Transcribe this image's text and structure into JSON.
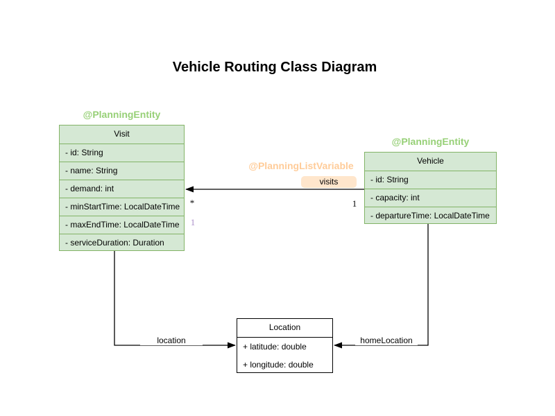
{
  "title": "Vehicle Routing Class Diagram",
  "colors": {
    "entity-fill": "#d5e8d4",
    "entity-stroke": "#82b366",
    "annotation-green": "#97d077",
    "annotation-orange": "#ffcc99",
    "assoc-label-fill": "#ffe6cc",
    "secondary-mult-color": "#ab8fc9",
    "line-color": "#000000"
  },
  "classes": {
    "visit": {
      "annotation": "@PlanningEntity",
      "name": "Visit",
      "attributes": [
        "- id: String",
        "- name: String",
        "- demand: int",
        "- minStartTime: LocalDateTime",
        "- maxEndTime: LocalDateTime",
        "- serviceDuration: Duration"
      ]
    },
    "vehicle": {
      "annotation": "@PlanningEntity",
      "name": "Vehicle",
      "attributes": [
        "- id: String",
        "- capacity: int",
        "- departureTime: LocalDateTime"
      ]
    },
    "location": {
      "name": "Location",
      "attributes": [
        "+ latitude: double",
        "+ longitude: double"
      ]
    }
  },
  "associations": {
    "visits": {
      "annotation": "@PlanningListVariable",
      "label": "visits",
      "visit_end_multiplicity": "*",
      "vehicle_end_multiplicity": "1",
      "secondary_multiplicity": "1"
    },
    "location": {
      "label": "location"
    },
    "home_location": {
      "label": "homeLocation"
    }
  }
}
